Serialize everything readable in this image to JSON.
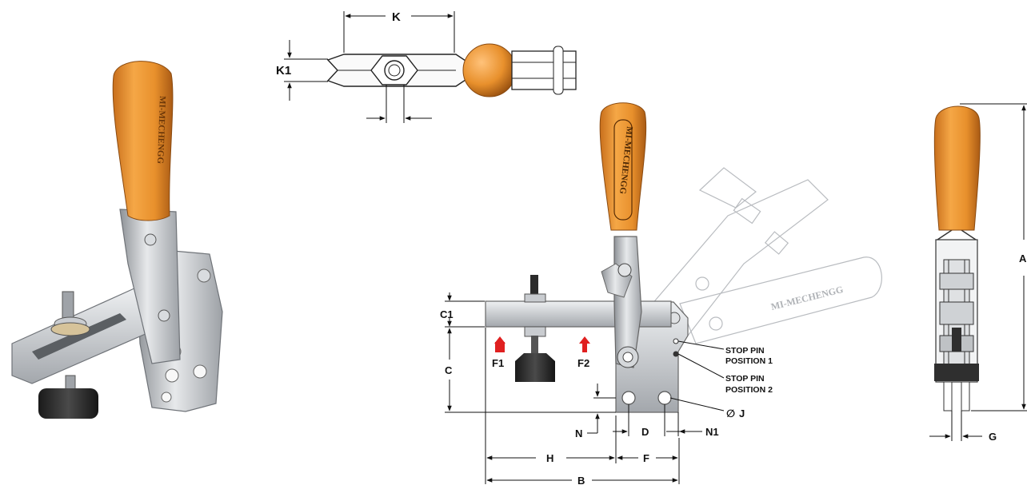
{
  "brand": "MI-MECHENGG",
  "colors": {
    "handle": "#e8902c",
    "handle_dark": "#b8661a",
    "steel": "#c9ccd0",
    "steel_dark": "#8d9196",
    "spindle_tip": "#2b2b2b",
    "force_arrow": "#e02020"
  },
  "top_view": {
    "dim_k": "K",
    "dim_k1": "K1"
  },
  "side_view": {
    "dim_c1": "C1",
    "dim_c": "C",
    "dim_h": "H",
    "dim_f": "F",
    "dim_b": "B",
    "dim_d": "D",
    "dim_n": "N",
    "dim_n1": "N1",
    "dim_j": "J",
    "hole_symbol": "∅",
    "force1": "F1",
    "force2": "F2",
    "stop_pin_1_line1": "STOP PIN",
    "stop_pin_1_line2": "POSITION 1",
    "stop_pin_2_line1": "STOP PIN",
    "stop_pin_2_line2": "POSITION 2"
  },
  "front_view": {
    "dim_a": "A",
    "dim_g": "G"
  }
}
